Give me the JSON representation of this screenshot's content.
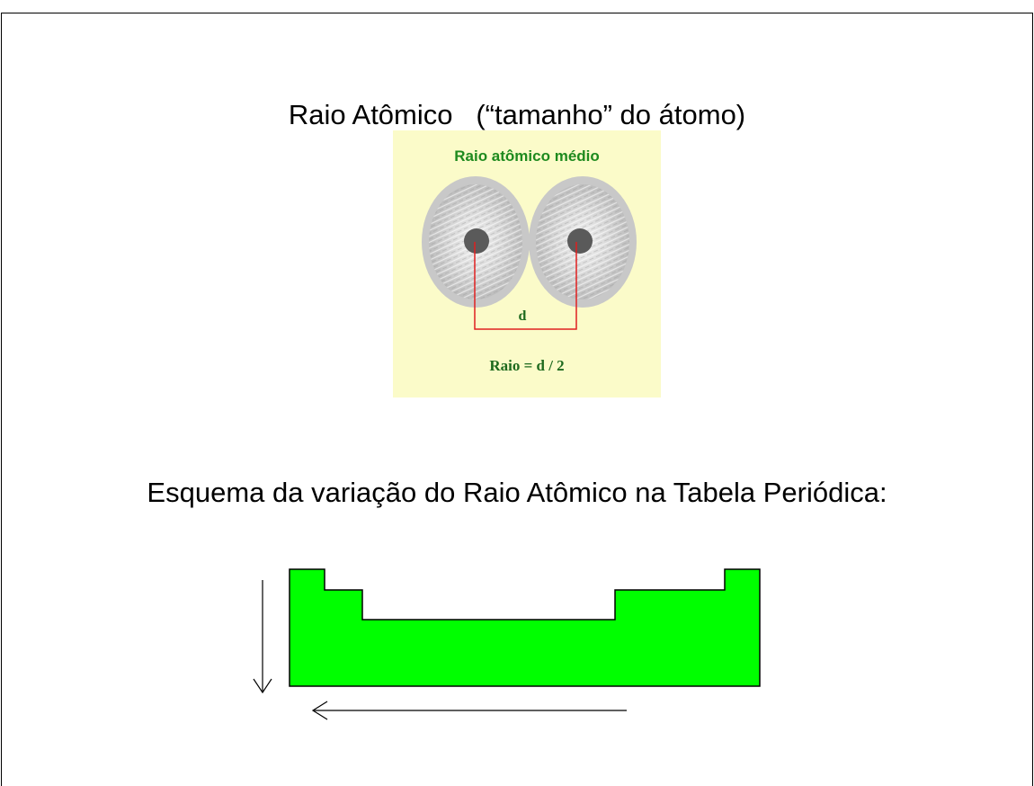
{
  "slide": {
    "title": "Raio Atômico   (“tamanho” do átomo)",
    "subtitle": "Esquema da variação do Raio Atômico na Tabela Periódica:"
  },
  "figure": {
    "title": "Raio atômico médio",
    "distance_label": "d",
    "formula": "Raio = d / 2",
    "colors": {
      "background": "#fbfbc9",
      "label_text": "#1e8a1e",
      "atom_cloud": "#c9c9c9",
      "nucleus": "#5a5a5a",
      "distance_line": "#e02020"
    }
  },
  "periodic_table_scheme": {
    "fill_color": "#00ff00",
    "arrows": [
      {
        "direction": "down",
        "meaning": "column"
      },
      {
        "direction": "left",
        "meaning": "row"
      }
    ]
  }
}
